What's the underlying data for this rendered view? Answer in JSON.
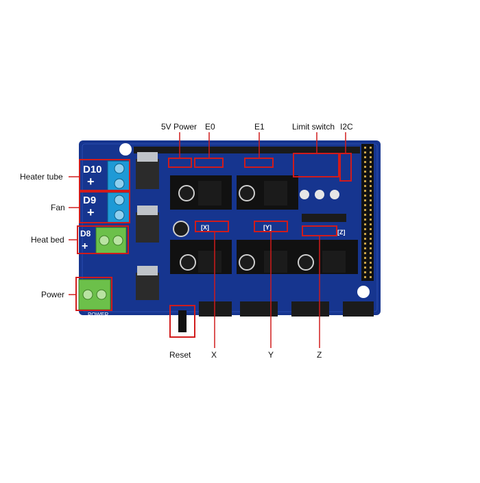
{
  "callouts": {
    "top": {
      "power_5v": "5V Power",
      "e0": "E0",
      "e1": "E1",
      "limit_switch": "Limit switch",
      "i2c": "I2C"
    },
    "left": {
      "heater_tube": "Heater tube",
      "fan": "Fan",
      "heat_bed": "Heat bed",
      "power": "Power"
    },
    "bottom": {
      "reset": "Reset",
      "x": "X",
      "y": "Y",
      "z": "Z"
    }
  },
  "board_labels": {
    "d10": "D10",
    "d9": "D9",
    "d8": "D8",
    "plus": "+",
    "power_silk": "POWER",
    "x_bracket": "[X]",
    "y_bracket": "[Y]",
    "z_bracket": "[Z]"
  },
  "colors": {
    "pcb": "#16358f",
    "highlight": "#d11b1b",
    "terminal_blue": "#1e9ad6",
    "terminal_green": "#6cc04a"
  }
}
